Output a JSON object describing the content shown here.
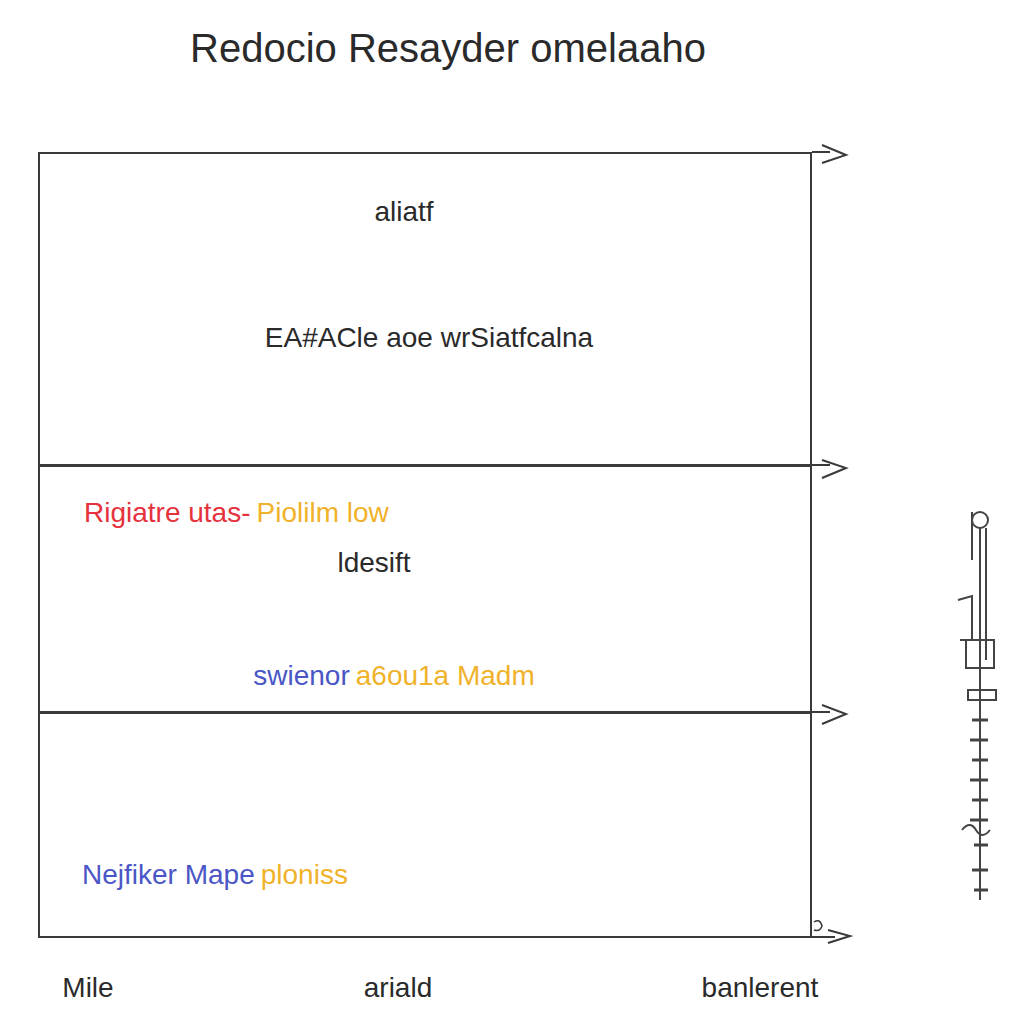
{
  "diagram": {
    "title": "Redocio Resayder omelaaho",
    "nodes": [
      {
        "text": [
          "aliatf",
          "EA#ACle aoe wrSiatfcalna"
        ]
      },
      {
        "text": [
          "Rigiatre utas-",
          "Piolilm low",
          "ldesift",
          "swienor",
          "a6ou1a Madm"
        ]
      },
      {
        "text": [
          "Nejfiker Mape",
          "ploniss"
        ]
      }
    ],
    "labels": [
      "Mile",
      "ariald",
      "banlerent"
    ]
  }
}
